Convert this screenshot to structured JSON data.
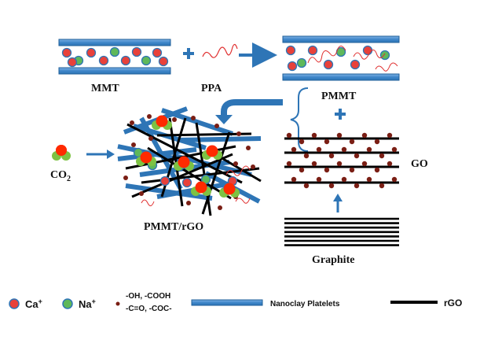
{
  "labels": {
    "mmt": "MMT",
    "ppa": "PPA",
    "pmmt": "PMMT",
    "co2_main": "CO",
    "co2_sub": "2",
    "go": "GO",
    "pmmt_rgo": "PMMT/rGO",
    "graphite": "Graphite"
  },
  "legend": {
    "ca": "Ca",
    "ca_sup": "+",
    "na": "Na",
    "na_sup": "+",
    "groups_line1": "-OH, -COOH",
    "groups_line2": "-C=O, -COC-",
    "nanoclay": "Nanoclay Platelets",
    "rgo": "rGO"
  },
  "colors": {
    "clay_blue": "#2E75B6",
    "clay_fill": "#5B9BD5",
    "ca_red": "#E8413A",
    "na_green": "#5FB85A",
    "go_dot": "#7A1E14",
    "polymer_red": "#E03030",
    "co2_red": "#FF2A00",
    "co2_green": "#7DC243",
    "rgo_black": "#000000"
  }
}
